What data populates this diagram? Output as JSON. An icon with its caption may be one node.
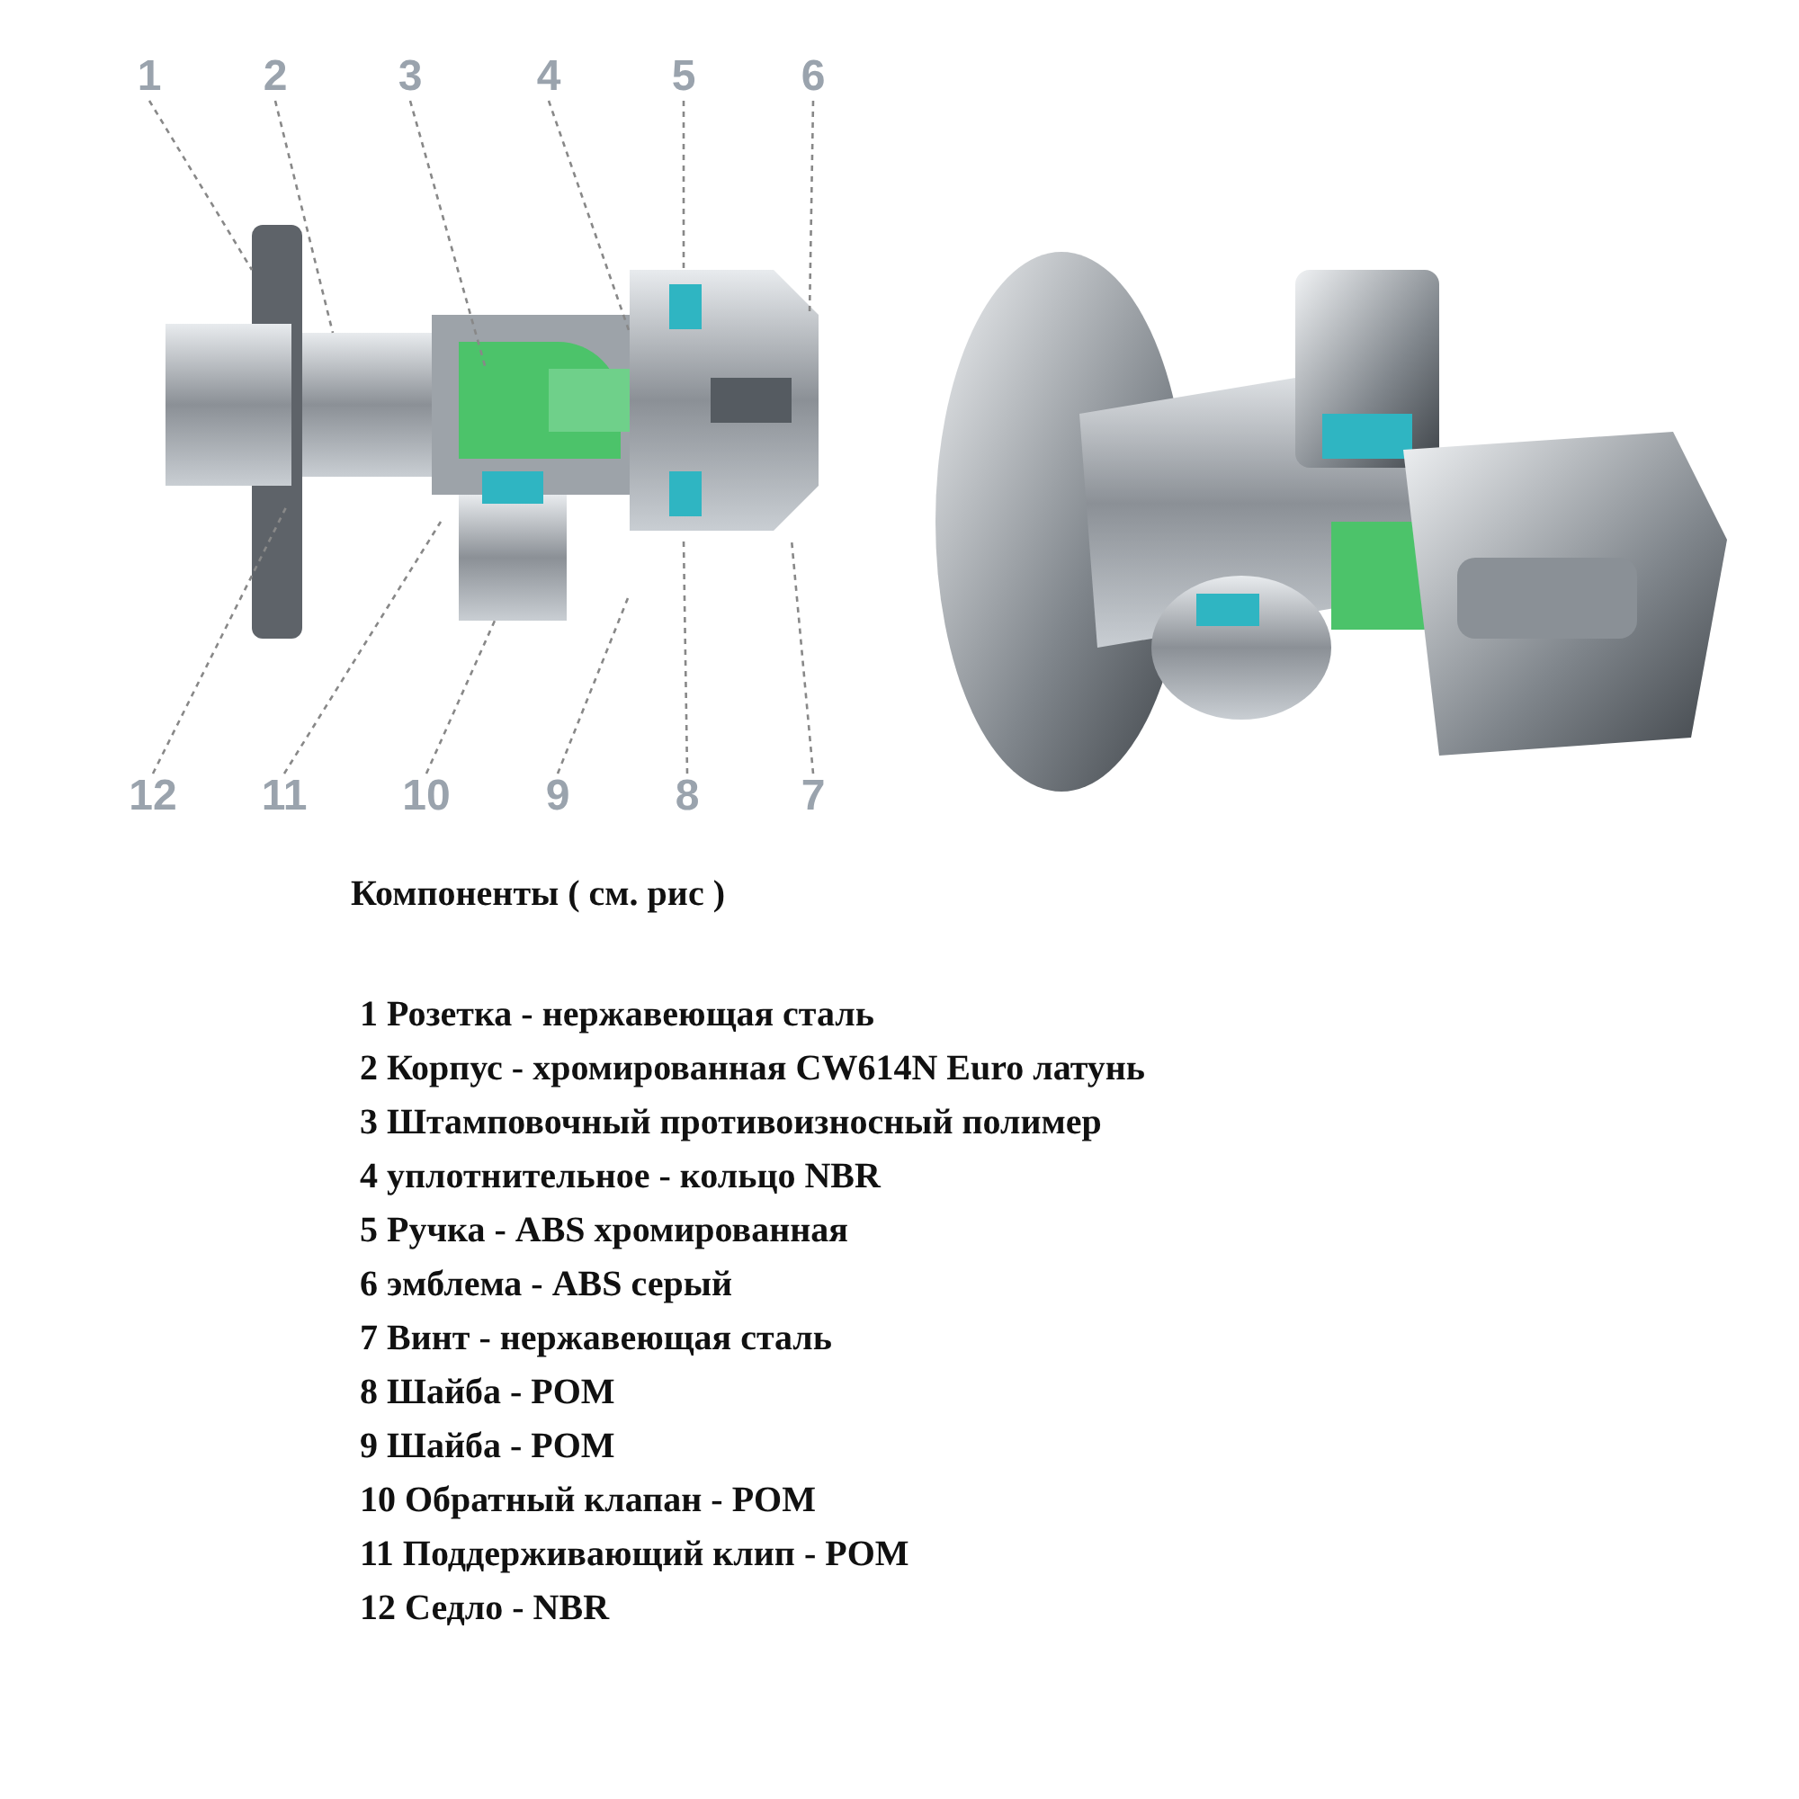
{
  "diagram": {
    "title": "Компоненты ( см. рис )",
    "nodes": [
      {
        "text": [
          "1"
        ]
      },
      {
        "text": [
          "2"
        ]
      },
      {
        "text": [
          "3"
        ]
      },
      {
        "text": [
          "4"
        ]
      },
      {
        "text": [
          "5"
        ]
      },
      {
        "text": [
          "6"
        ]
      },
      {
        "text": [
          "12"
        ]
      },
      {
        "text": [
          "11"
        ]
      },
      {
        "text": [
          "10"
        ]
      },
      {
        "text": [
          "9"
        ]
      },
      {
        "text": [
          "8"
        ]
      },
      {
        "text": [
          "7"
        ]
      }
    ],
    "edges": [
      {
        "from": 0,
        "to": null,
        "arrow": "none",
        "style": "dashed"
      },
      {
        "from": 1,
        "to": null,
        "arrow": "none",
        "style": "dashed"
      },
      {
        "from": 2,
        "to": null,
        "arrow": "none",
        "style": "dashed"
      },
      {
        "from": 3,
        "to": null,
        "arrow": "none",
        "style": "dashed"
      },
      {
        "from": 4,
        "to": null,
        "arrow": "none",
        "style": "dashed"
      },
      {
        "from": 5,
        "to": null,
        "arrow": "none",
        "style": "dashed"
      },
      {
        "from": 6,
        "to": null,
        "arrow": "none",
        "style": "dashed"
      },
      {
        "from": 7,
        "to": null,
        "arrow": "none",
        "style": "dashed"
      },
      {
        "from": 8,
        "to": null,
        "arrow": "none",
        "style": "dashed"
      },
      {
        "from": 9,
        "to": null,
        "arrow": "none",
        "style": "dashed"
      },
      {
        "from": 10,
        "to": null,
        "arrow": "none",
        "style": "dashed"
      },
      {
        "from": 11,
        "to": null,
        "arrow": "none",
        "style": "dashed"
      }
    ],
    "labels": [
      "1 Розетка - нержавеющая сталь",
      "2 Корпус - хромированная CW614N Euro латунь",
      "3 Штамповочный противоизносный полимер",
      "4 уплотнительное - кольцо NBR",
      "5 Ручка - ABS хромированная",
      "6 эмблема - ABS серый",
      "7 Винт - нержавеющая сталь",
      "8 Шайба - POM",
      "9 Шайба - POM",
      "10 Обратный клапан - POM",
      "11 Поддерживающий клип - POM",
      "12 Седло - NBR"
    ]
  }
}
